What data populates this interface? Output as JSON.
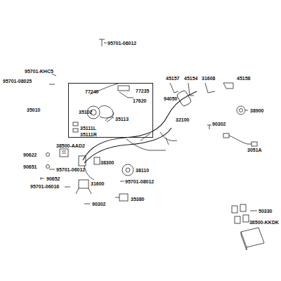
{
  "diagram": {
    "nodes": [
      {
        "text": [
          "35010",
          "77240",
          "77235",
          "17620",
          "35102",
          "35113",
          "35111L",
          "35111R"
        ]
      }
    ],
    "labels": [
      "95701-KHC5",
      "95701-08025",
      "95701-06012",
      "45157",
      "45154",
      "31608",
      "45158",
      "38900",
      "94050",
      "32100",
      "90302",
      "3051A",
      "90622",
      "90651",
      "90652",
      "38500-AAD2",
      "95701-06012",
      "38300",
      "38110",
      "95701-06016",
      "31600",
      "95701-08012",
      "90302",
      "35380",
      "50330",
      "38500-KKDK"
    ]
  }
}
